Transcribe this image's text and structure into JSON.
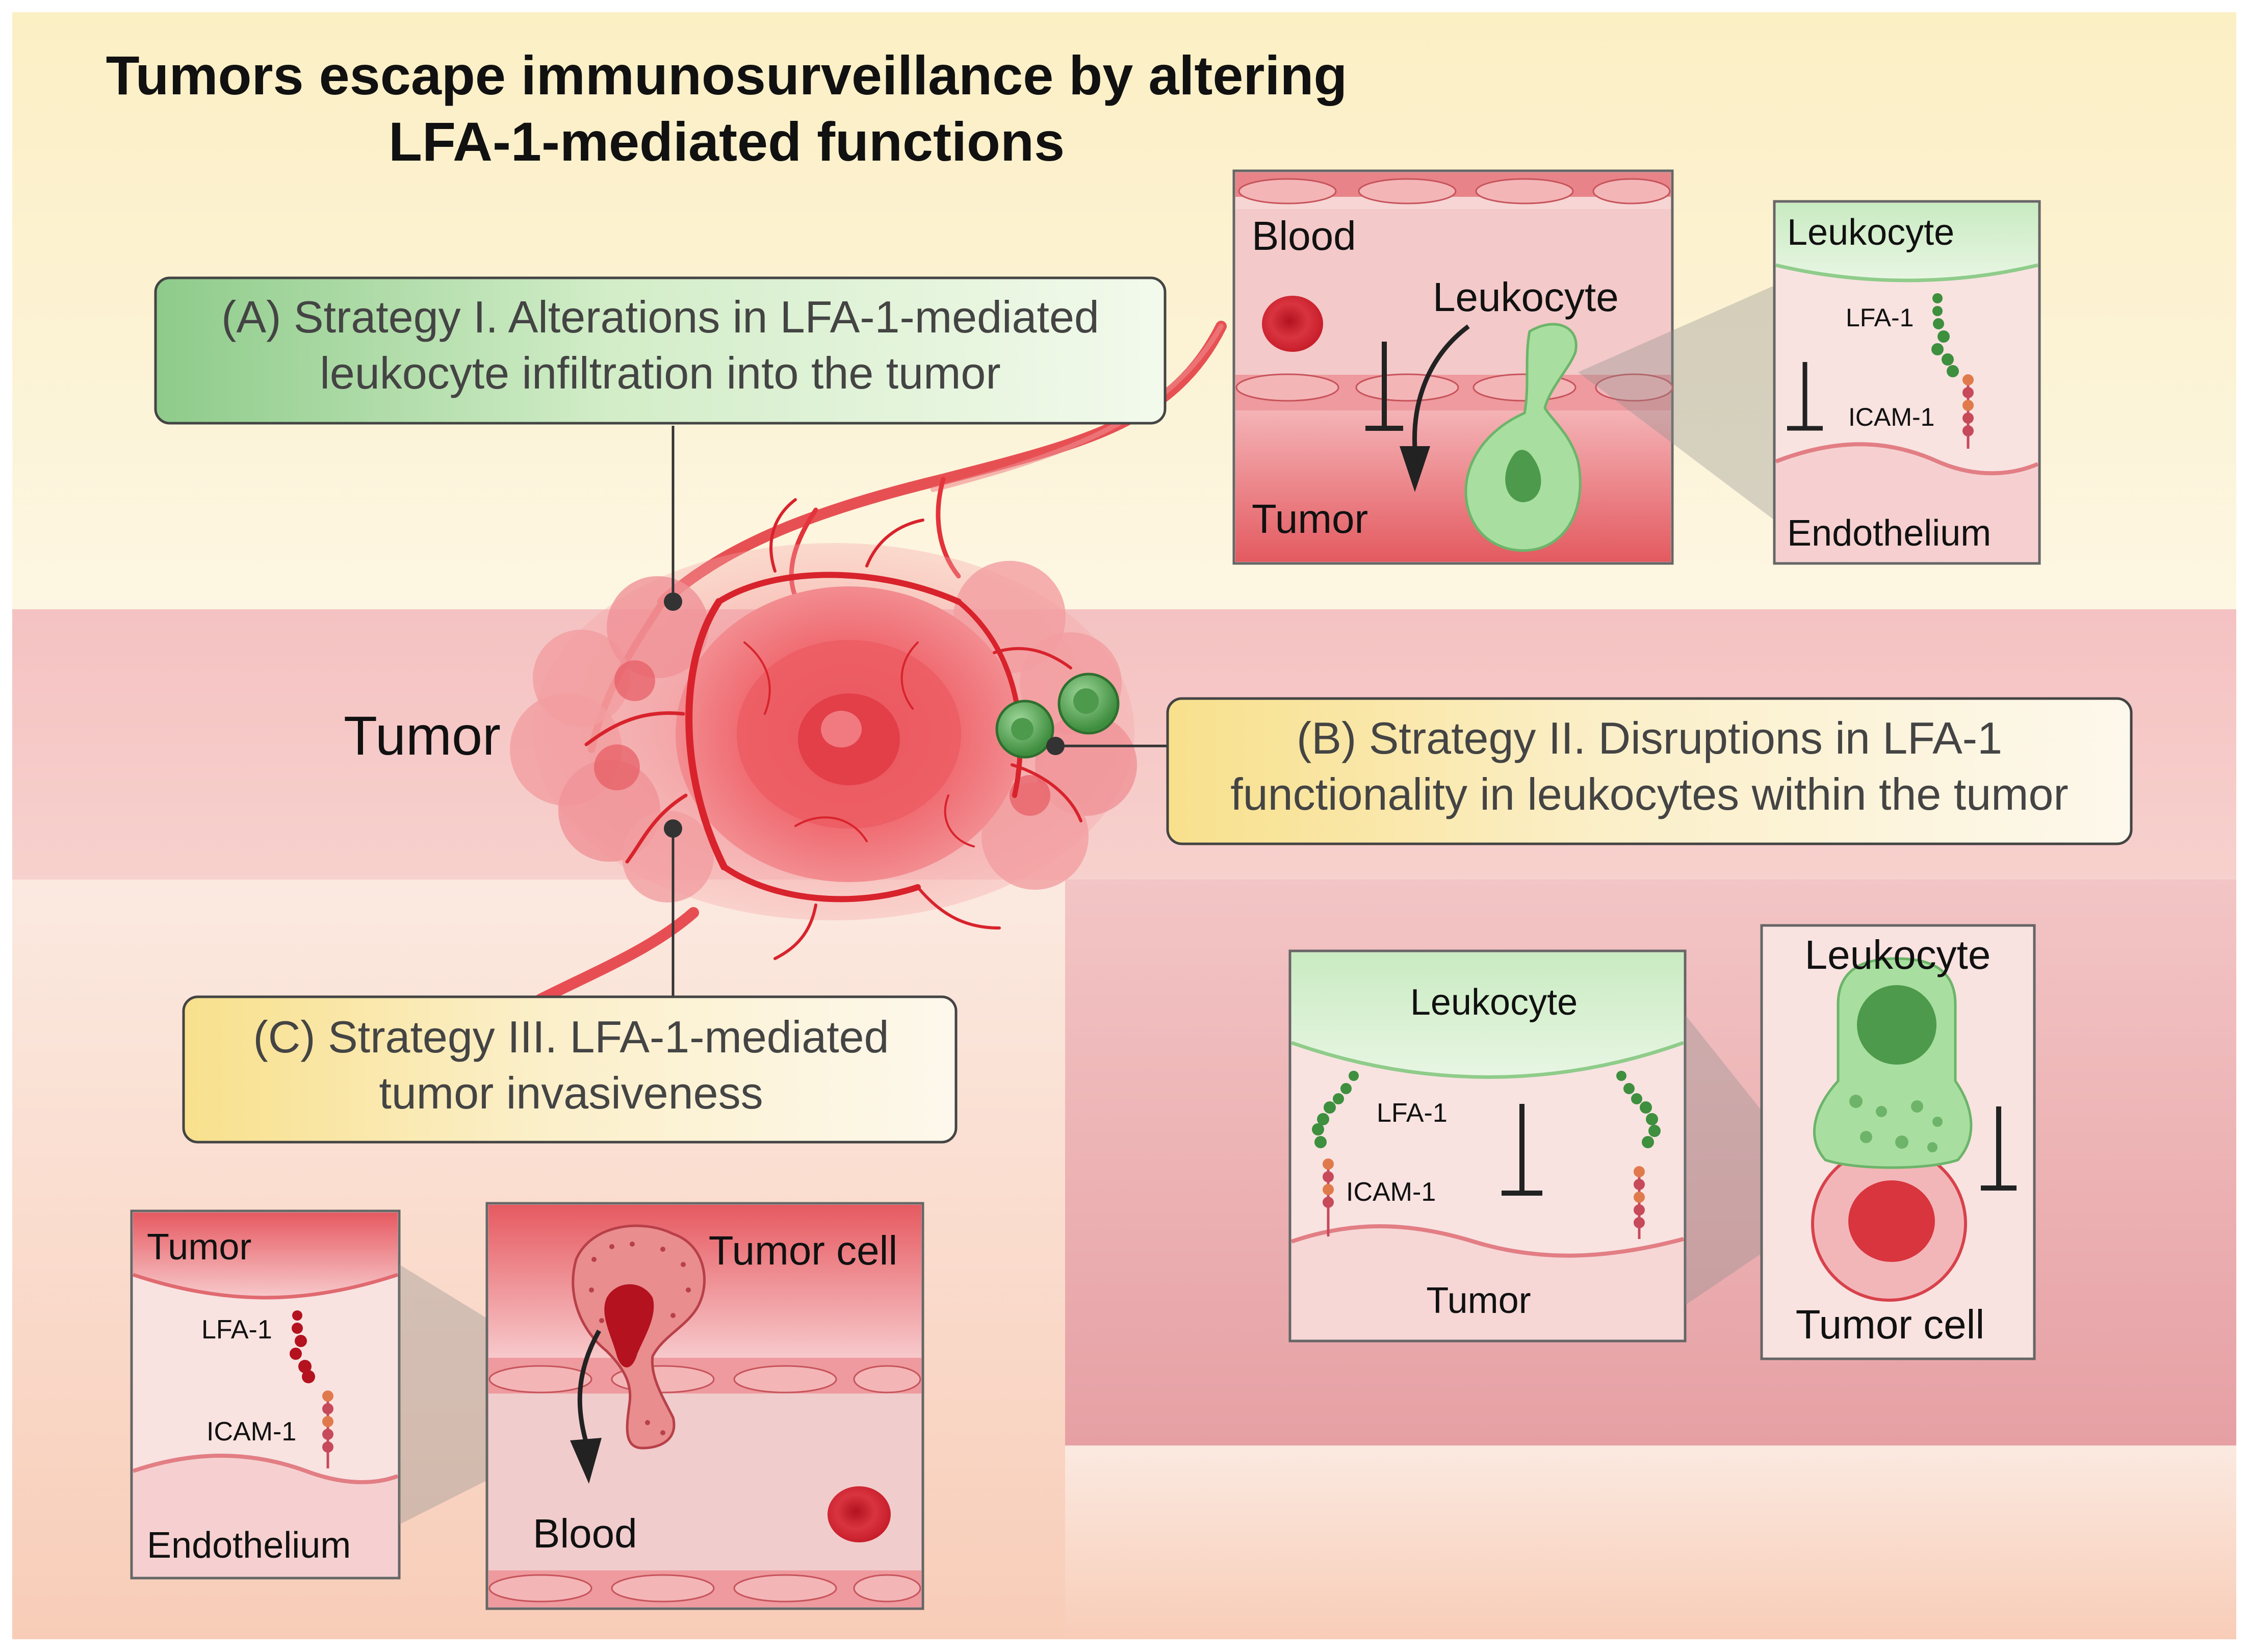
{
  "title": {
    "line1": "Tumors escape immunosurveillance by altering",
    "line2": "LFA-1-mediated functions"
  },
  "center": {
    "tumor_label": "Tumor"
  },
  "strategies": {
    "a": {
      "line1": "(A) Strategy I. Alterations in LFA-1-mediated",
      "line2": "leukocyte infiltration into the tumor"
    },
    "b": {
      "line1": "(B) Strategy II. Disruptions in LFA-1",
      "line2": "functionality in leukocytes within the tumor"
    },
    "c": {
      "line1": "(C) Strategy III. LFA-1-mediated",
      "line2": "tumor invasiveness"
    }
  },
  "panel_a1": {
    "blood": "Blood",
    "leukocyte": "Leukocyte",
    "tumor": "Tumor"
  },
  "panel_a2": {
    "leukocyte": "Leukocyte",
    "lfa1": "LFA-1",
    "icam1": "ICAM-1",
    "endothelium": "Endothelium"
  },
  "panel_b1": {
    "leukocyte": "Leukocyte",
    "lfa1": "LFA-1",
    "icam1": "ICAM-1",
    "tumor": "Tumor"
  },
  "panel_b2": {
    "leukocyte": "Leukocyte",
    "tumor_cell": "Tumor cell"
  },
  "panel_c1": {
    "tumor": "Tumor",
    "lfa1": "LFA-1",
    "icam1": "ICAM-1",
    "endothelium": "Endothelium"
  },
  "panel_c2": {
    "tumor_cell": "Tumor cell",
    "blood": "Blood"
  },
  "colors": {
    "top_band": "#FCF0CC",
    "mid_band": "#F5C6C6",
    "bottom_band": "#FAD9C9",
    "strategy_b_band": "#EBA8A8",
    "tumor_red": "#E8474F",
    "vessel_red": "#E4343B",
    "leukocyte_green": "#A8DFA0",
    "leukocyte_dark": "#3E8F3E",
    "icam_red": "#C74A5A",
    "box_green": "#8FCC8A",
    "box_yellow": "#FAE8A8"
  }
}
